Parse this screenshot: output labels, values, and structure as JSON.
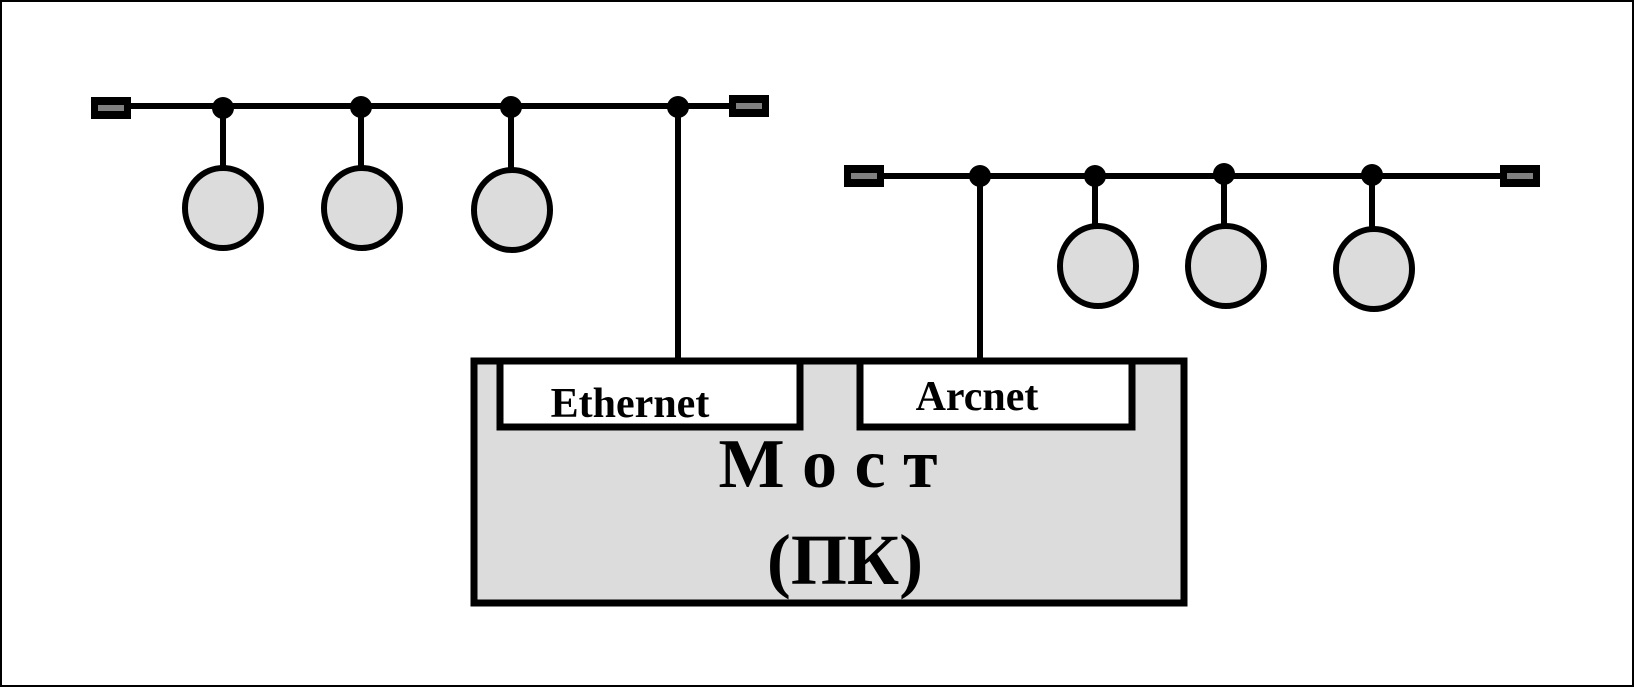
{
  "diagram": {
    "type": "network-bridge",
    "bridge": {
      "title": "М о с т",
      "subtitle": "(ПК)"
    },
    "adapters": [
      {
        "label": "Ethernet"
      },
      {
        "label": "Arcnet"
      }
    ],
    "segments": [
      {
        "workstations": 3,
        "connects_to": "Ethernet"
      },
      {
        "workstations": 3,
        "connects_to": "Arcnet"
      }
    ],
    "colors": {
      "node_fill": "#dcdcdc",
      "line": "#000000",
      "terminator_inner": "#808080",
      "background": "#ffffff"
    }
  }
}
